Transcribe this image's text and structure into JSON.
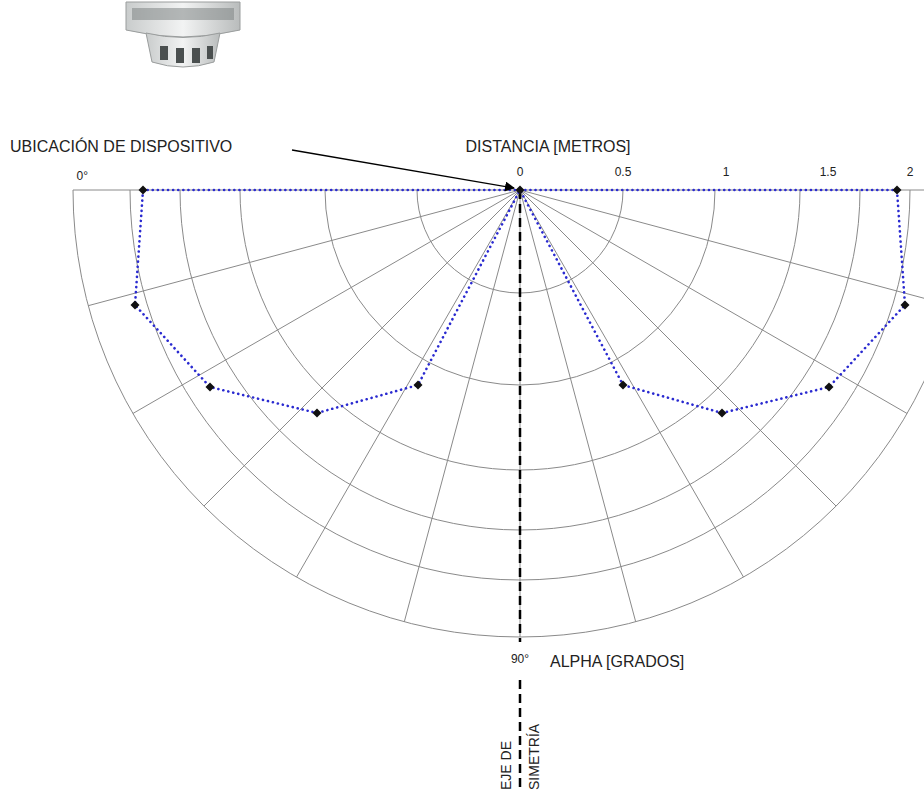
{
  "diagram": {
    "labels": [
      "UBICACIÓN DE DISPOSITIVO",
      "DISTANCIA [METROS]",
      "0",
      "0.5",
      "1",
      "1.5",
      "2",
      "0°",
      "90°",
      "ALPHA [GRADOS]",
      "EJE DE SIMETRÍA"
    ]
  }
}
